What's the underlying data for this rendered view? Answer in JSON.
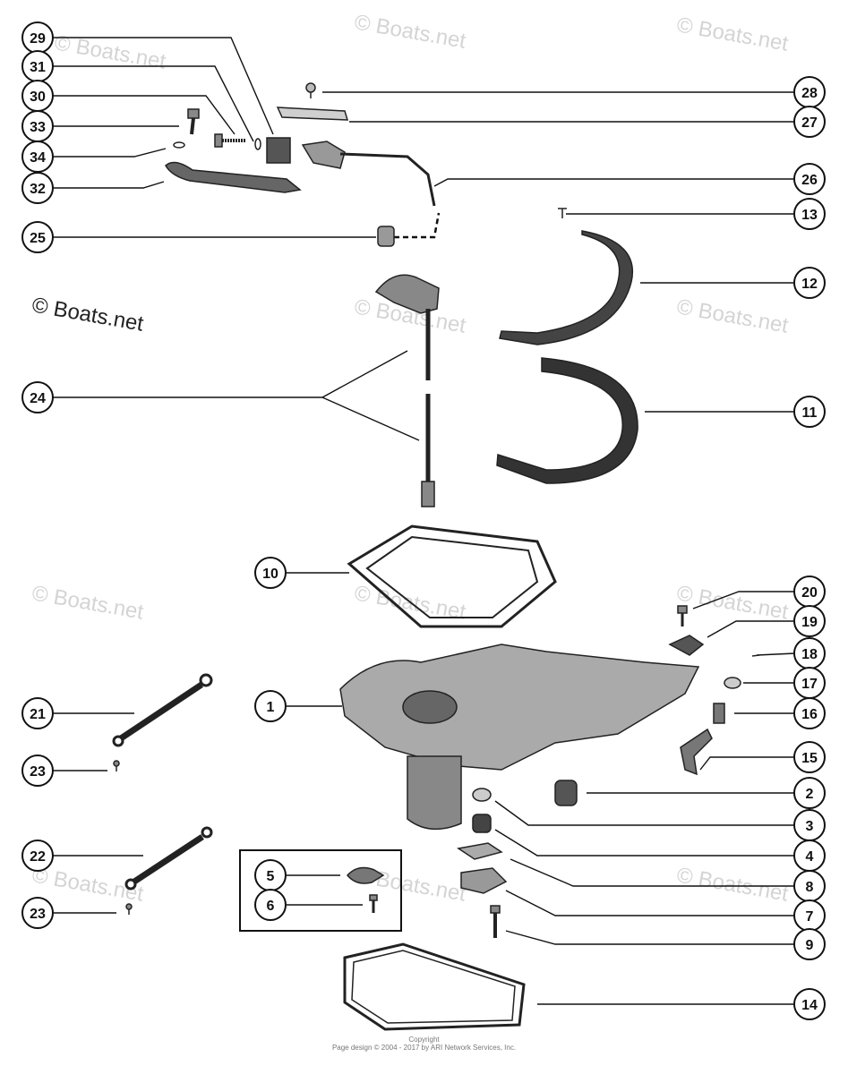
{
  "watermark": "© Boats.net",
  "footer": {
    "line1": "Copyright",
    "line2": "Page design © 2004 - 2017 by ARI Network Services, Inc."
  },
  "callouts": [
    {
      "id": "29",
      "label": "29"
    },
    {
      "id": "31",
      "label": "31"
    },
    {
      "id": "30",
      "label": "30"
    },
    {
      "id": "33",
      "label": "33"
    },
    {
      "id": "34",
      "label": "34"
    },
    {
      "id": "32",
      "label": "32"
    },
    {
      "id": "25",
      "label": "25"
    },
    {
      "id": "24",
      "label": "24"
    },
    {
      "id": "10",
      "label": "10"
    },
    {
      "id": "1",
      "label": "1"
    },
    {
      "id": "21",
      "label": "21"
    },
    {
      "id": "23a",
      "label": "23"
    },
    {
      "id": "22",
      "label": "22"
    },
    {
      "id": "23b",
      "label": "23"
    },
    {
      "id": "5",
      "label": "5"
    },
    {
      "id": "6",
      "label": "6"
    },
    {
      "id": "28",
      "label": "28"
    },
    {
      "id": "27",
      "label": "27"
    },
    {
      "id": "26",
      "label": "26"
    },
    {
      "id": "13",
      "label": "13"
    },
    {
      "id": "12",
      "label": "12"
    },
    {
      "id": "11",
      "label": "11"
    },
    {
      "id": "20",
      "label": "20"
    },
    {
      "id": "19",
      "label": "19"
    },
    {
      "id": "18",
      "label": "18"
    },
    {
      "id": "17",
      "label": "17"
    },
    {
      "id": "16",
      "label": "16"
    },
    {
      "id": "15",
      "label": "15"
    },
    {
      "id": "2",
      "label": "2"
    },
    {
      "id": "3",
      "label": "3"
    },
    {
      "id": "4",
      "label": "4"
    },
    {
      "id": "8",
      "label": "8"
    },
    {
      "id": "7",
      "label": "7"
    },
    {
      "id": "9",
      "label": "9"
    },
    {
      "id": "14",
      "label": "14"
    }
  ]
}
